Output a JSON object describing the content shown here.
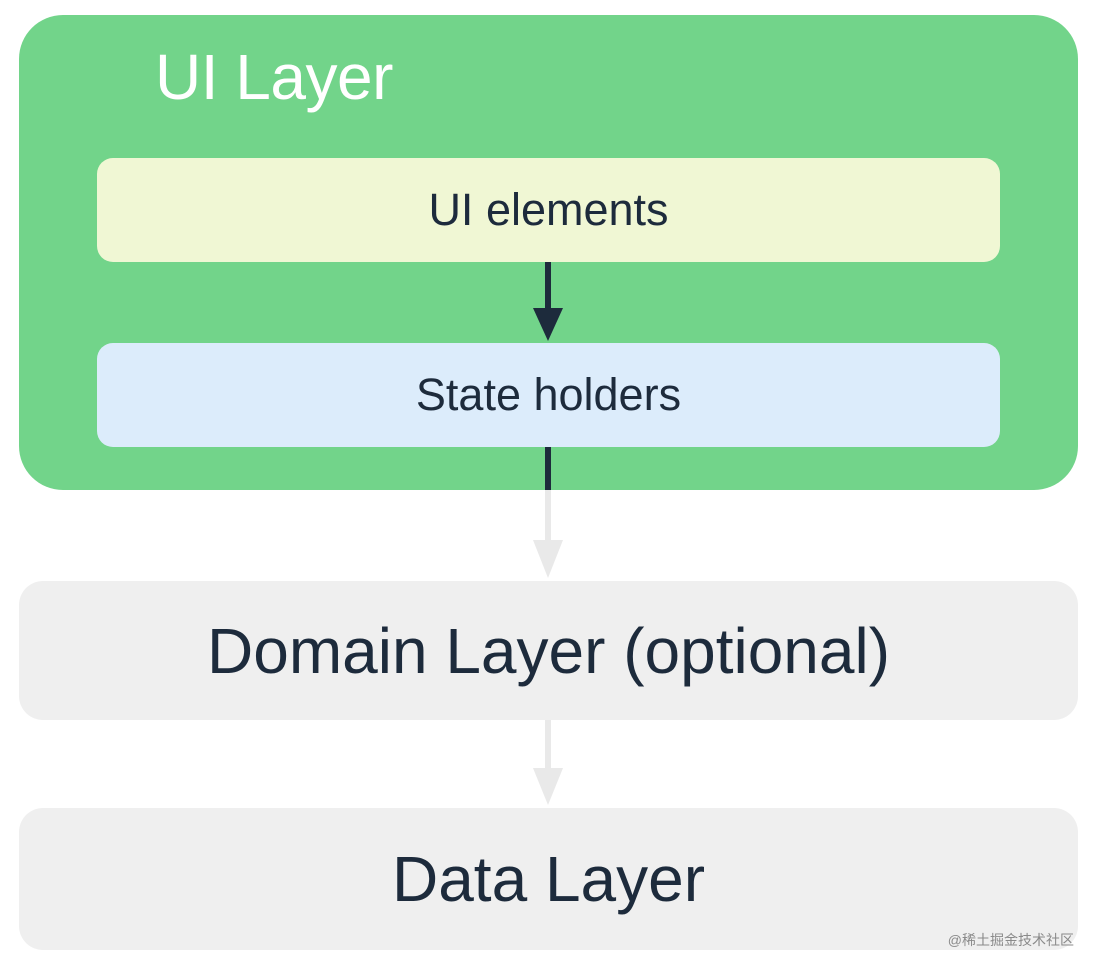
{
  "diagram": {
    "ui_layer": {
      "title": "UI Layer",
      "color": "#72d48a",
      "ui_elements": {
        "label": "UI elements",
        "color": "#f0f7d4"
      },
      "state_holders": {
        "label": "State holders",
        "color": "#dcecfb"
      }
    },
    "domain_layer": {
      "label": "Domain Layer (optional)",
      "color": "#efefef"
    },
    "data_layer": {
      "label": "Data Layer",
      "color": "#efefef"
    },
    "arrows": [
      {
        "from": "UI elements",
        "to": "State holders",
        "color": "#1d2b3c"
      },
      {
        "from": "State holders",
        "to": "Domain Layer (optional)",
        "color": "#eeeeee"
      },
      {
        "from": "Domain Layer (optional)",
        "to": "Data Layer",
        "color": "#eeeeee"
      }
    ],
    "text_color": "#1d2b3c"
  },
  "watermark": "@稀土掘金技术社区"
}
